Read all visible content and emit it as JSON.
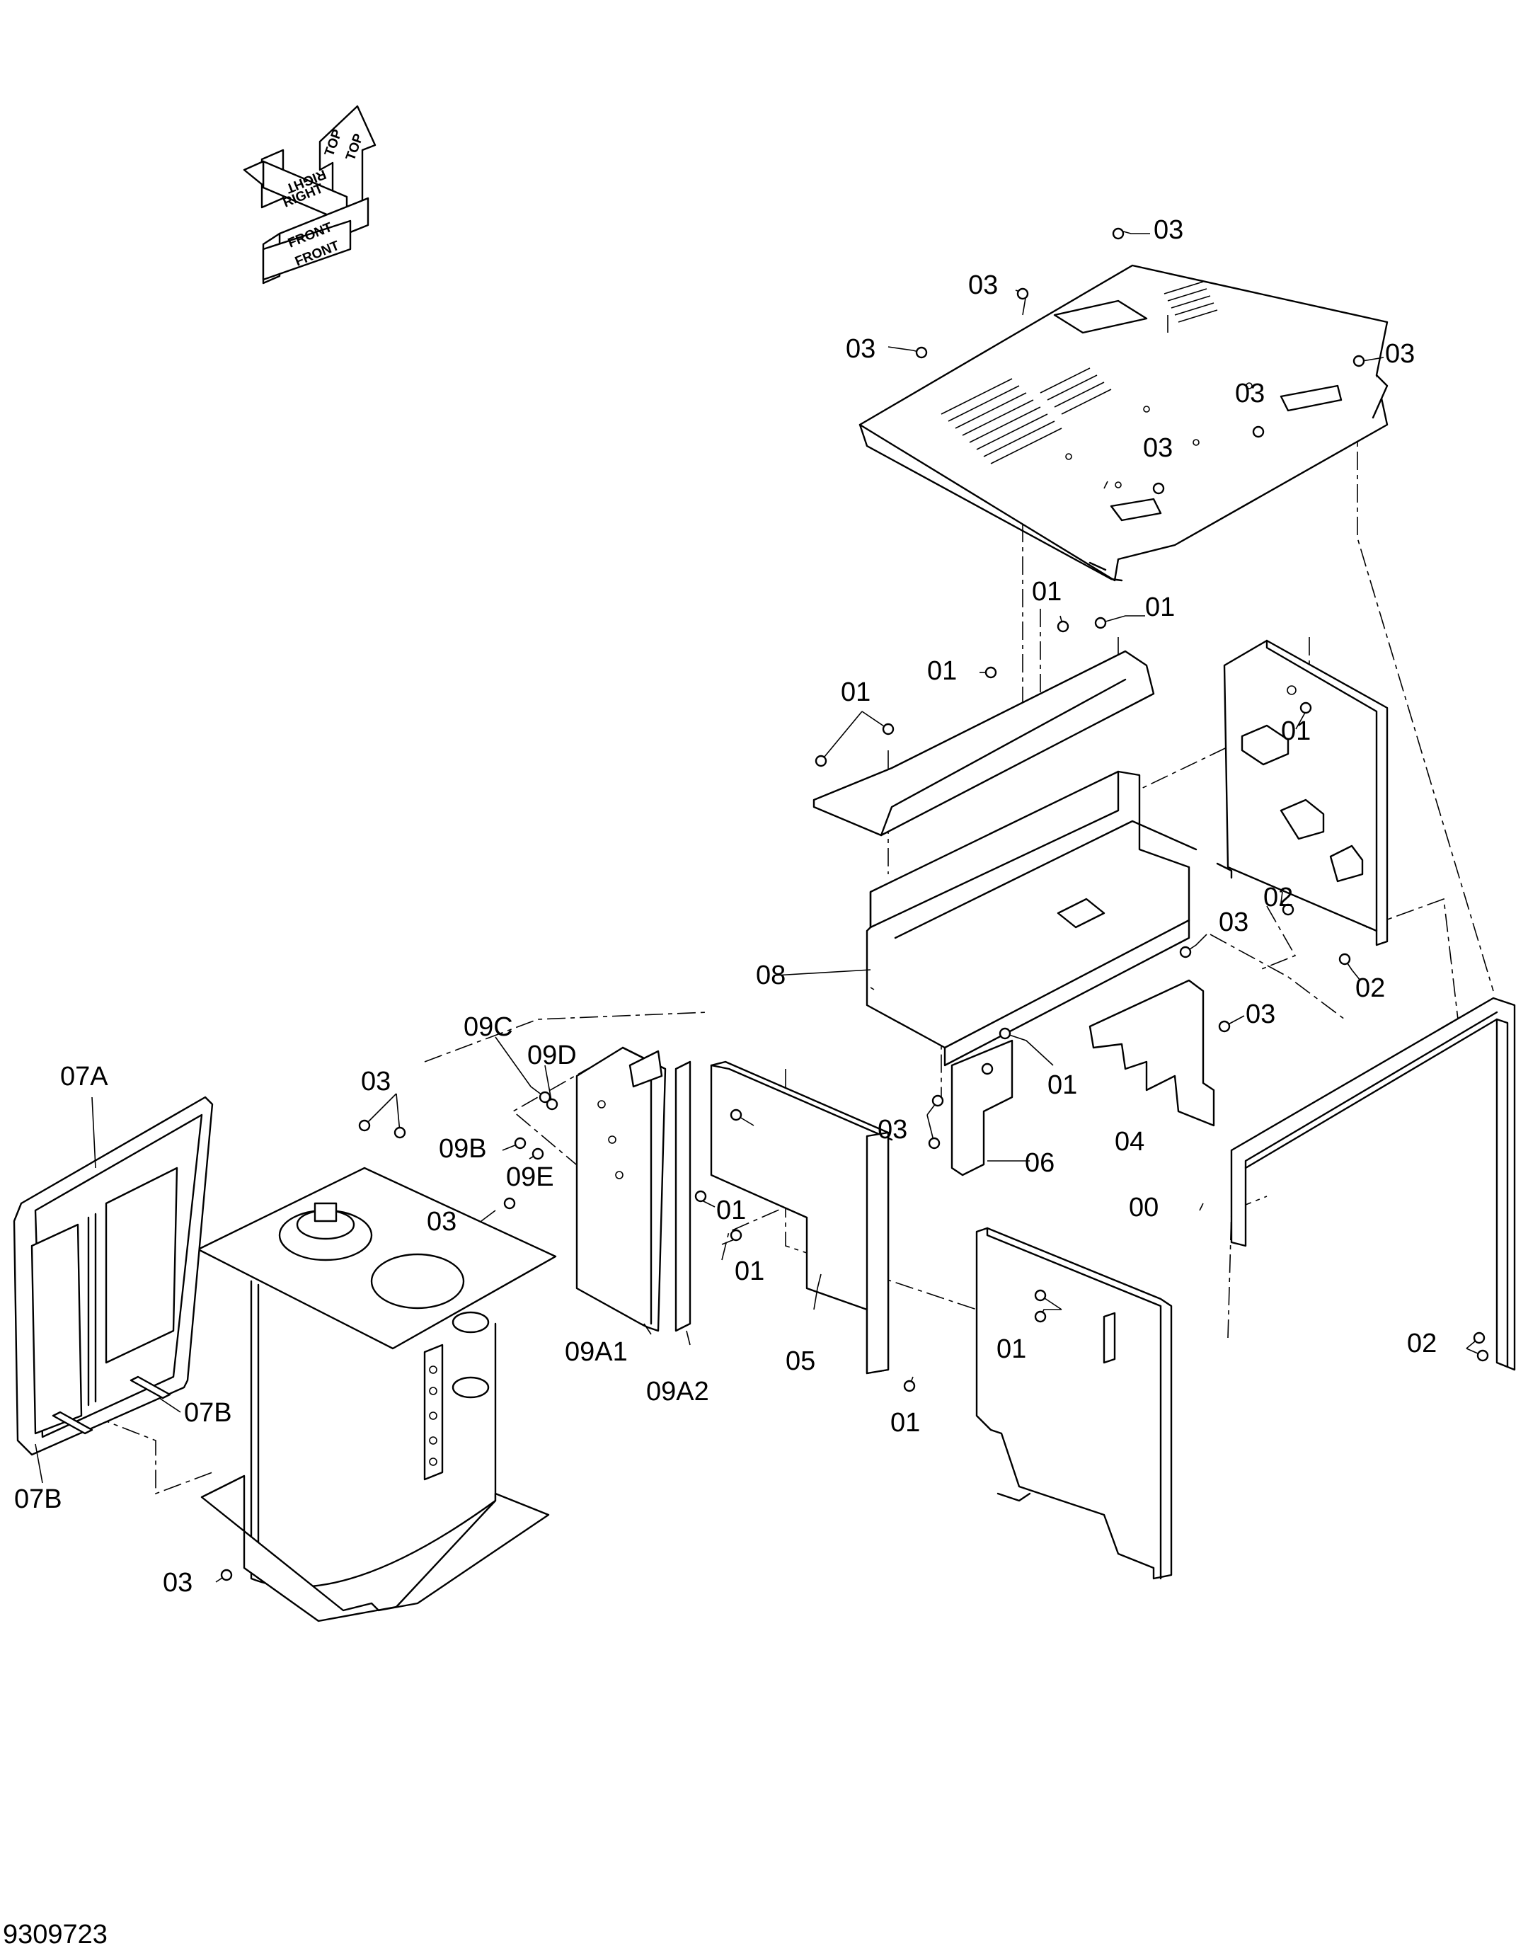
{
  "drawing_number": "9309723",
  "orientation_labels": [
    "TOP",
    "RIGHT",
    "FRONT"
  ],
  "callouts": [
    "03",
    "03",
    "03",
    "03",
    "03",
    "03",
    "01",
    "01",
    "01",
    "01",
    "01",
    "01",
    "02",
    "02",
    "02",
    "03",
    "03",
    "03",
    "03",
    "01",
    "01",
    "01",
    "01",
    "01",
    "08",
    "04",
    "06",
    "00",
    "05",
    "09C",
    "09D",
    "09B",
    "09E",
    "09A1",
    "09A2",
    "07A",
    "07B",
    "07B",
    "03",
    "03",
    "03"
  ]
}
